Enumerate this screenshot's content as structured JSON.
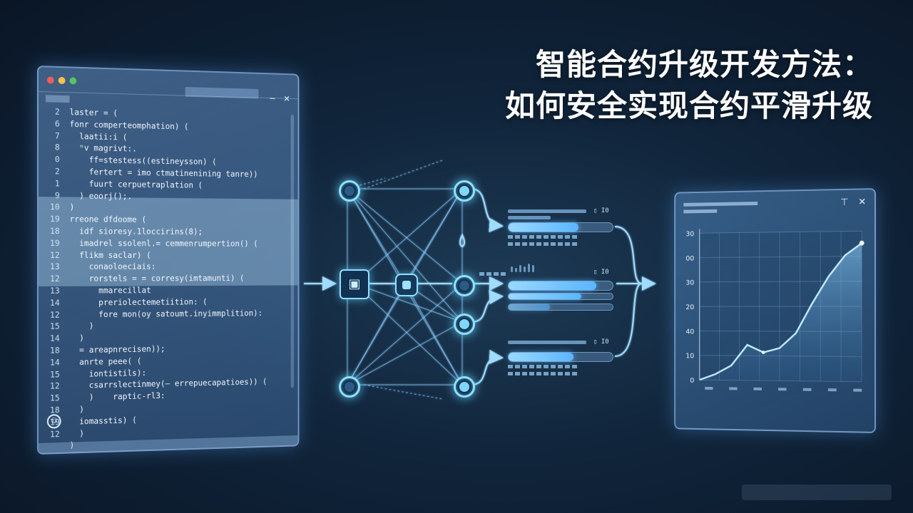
{
  "title": {
    "line1": "智能合约升级开发方法：",
    "line2": "如何安全实现合约平滑升级"
  },
  "code_window": {
    "controls": {
      "minimize": "−",
      "close": "✕"
    },
    "lines": [
      {
        "n": "2",
        "code": "laster = ("
      },
      {
        "n": "6",
        "code": "fonr comperteomphation) ("
      },
      {
        "n": "7",
        "code": "  laatii:i ("
      },
      {
        "n": "8",
        "code": "  ⁿv magrivt:."
      },
      {
        "n": "0",
        "code": "    ff=stestess((estineysson) ("
      },
      {
        "n": "2",
        "code": "    fertert = imo ctmatinenining tanre))"
      },
      {
        "n": "1",
        "code": "    fuurt cerpuetraplation ("
      },
      {
        "n": "9",
        "code": "  ) eoorj();."
      },
      {
        "n": "10",
        "code": ")"
      },
      {
        "n": "19",
        "code": "rreone dfdoome ("
      },
      {
        "n": "18",
        "code": "  idf sioresy.1loccirins(8);"
      },
      {
        "n": "19",
        "code": "  imadrel ssolenl.= cemmenrumpertion() ("
      },
      {
        "n": "12",
        "code": "  flikm saclar) ("
      },
      {
        "n": "13",
        "code": "    conaoloeciais:"
      },
      {
        "n": "12",
        "code": "    rorstels = = corresy(imtamunti) ("
      },
      {
        "n": "13",
        "code": "      mmarecillat"
      },
      {
        "n": "14",
        "code": "      preriolectemetiition: ("
      },
      {
        "n": "12",
        "code": "      fore mon(oy satoumt.inyimmplition):"
      },
      {
        "n": "15",
        "code": "    )"
      },
      {
        "n": "14",
        "code": "  )"
      },
      {
        "n": "18",
        "code": "  = areapnrecisen));"
      },
      {
        "n": "14",
        "code": "  anrte peee( ("
      },
      {
        "n": "15",
        "code": "    iontistils):"
      },
      {
        "n": "12",
        "code": "    csarrslectinmey(– errepuecapatioes)) ("
      },
      {
        "n": "15",
        "code": "    )    raptic-rl3:"
      },
      {
        "n": "18",
        "code": "  )"
      },
      {
        "n": "19",
        "code": "  iomasstis) ("
      },
      {
        "n": "12",
        "code": "  )"
      },
      {
        "n": "",
        "code": ")"
      }
    ]
  },
  "pipeline": {
    "node_glyphs": {
      "square": "▣"
    },
    "bars": [
      {
        "value": 0.67,
        "label": "▯ I0"
      },
      {
        "value": 0.84,
        "label": "▯ I0"
      },
      {
        "value": 0.62,
        "label": "▯ I0"
      }
    ]
  },
  "chart_data": {
    "type": "area",
    "title": "",
    "xlabel": "",
    "ylabel": "",
    "y_tick_labels": [
      "30",
      "00",
      "30",
      "20",
      "40",
      "10",
      "0"
    ],
    "x": [
      0,
      1,
      2,
      3,
      4,
      5,
      6,
      7,
      8,
      9,
      10
    ],
    "values": [
      0,
      4,
      10,
      24,
      19,
      22,
      32,
      52,
      70,
      84,
      92
    ],
    "ylim": [
      0,
      100
    ],
    "grid": true,
    "controls": {
      "minimize": "⊤",
      "close": "✕"
    }
  }
}
